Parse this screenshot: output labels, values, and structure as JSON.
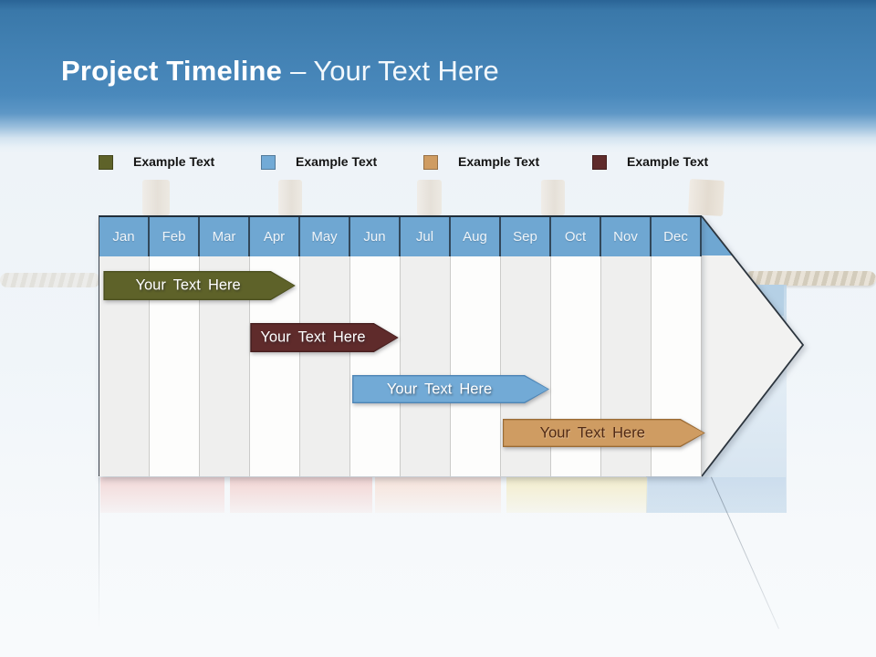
{
  "slide_title": {
    "bold_text": "Project Timeline",
    "regular_text": "– Your Text Here"
  },
  "legend": [
    {
      "label": "Example Text",
      "color": "#5e6229"
    },
    {
      "label": "Example Text",
      "color": "#72aad6"
    },
    {
      "label": "Example Text",
      "color": "#cf9c62"
    },
    {
      "label": "Example Text",
      "color": "#5f2b2b"
    }
  ],
  "timeline": {
    "months": [
      "Jan",
      "Feb",
      "Mar",
      "Apr",
      "May",
      "Jun",
      "Jul",
      "Aug",
      "Sep",
      "Oct",
      "Nov",
      "Dec"
    ],
    "header_color": "#6fa7d2",
    "bars": [
      {
        "label": "Your Text Here",
        "span": "Jan–Apr",
        "from": 0.08,
        "to": 3.9,
        "fill": "#5e6229",
        "border": "#4c501f",
        "text_color": "#ffffff"
      },
      {
        "label": "Your Text Here",
        "span": "Apr–Jun",
        "from": 3.0,
        "to": 5.95,
        "fill": "#5f2b2b",
        "border": "#472020",
        "text_color": "#ffffff"
      },
      {
        "label": "Your Text Here",
        "span": "Jun–Sep",
        "from": 5.03,
        "to": 8.95,
        "fill": "#72aad6",
        "border": "#4e85b5",
        "text_color": "#ffffff"
      },
      {
        "label": "Your Text Here",
        "span": "Sep–Dec",
        "from": 8.02,
        "to": 12.05,
        "fill": "#cf9c62",
        "border": "#9a6b35",
        "text_color": "#512a14"
      }
    ]
  }
}
